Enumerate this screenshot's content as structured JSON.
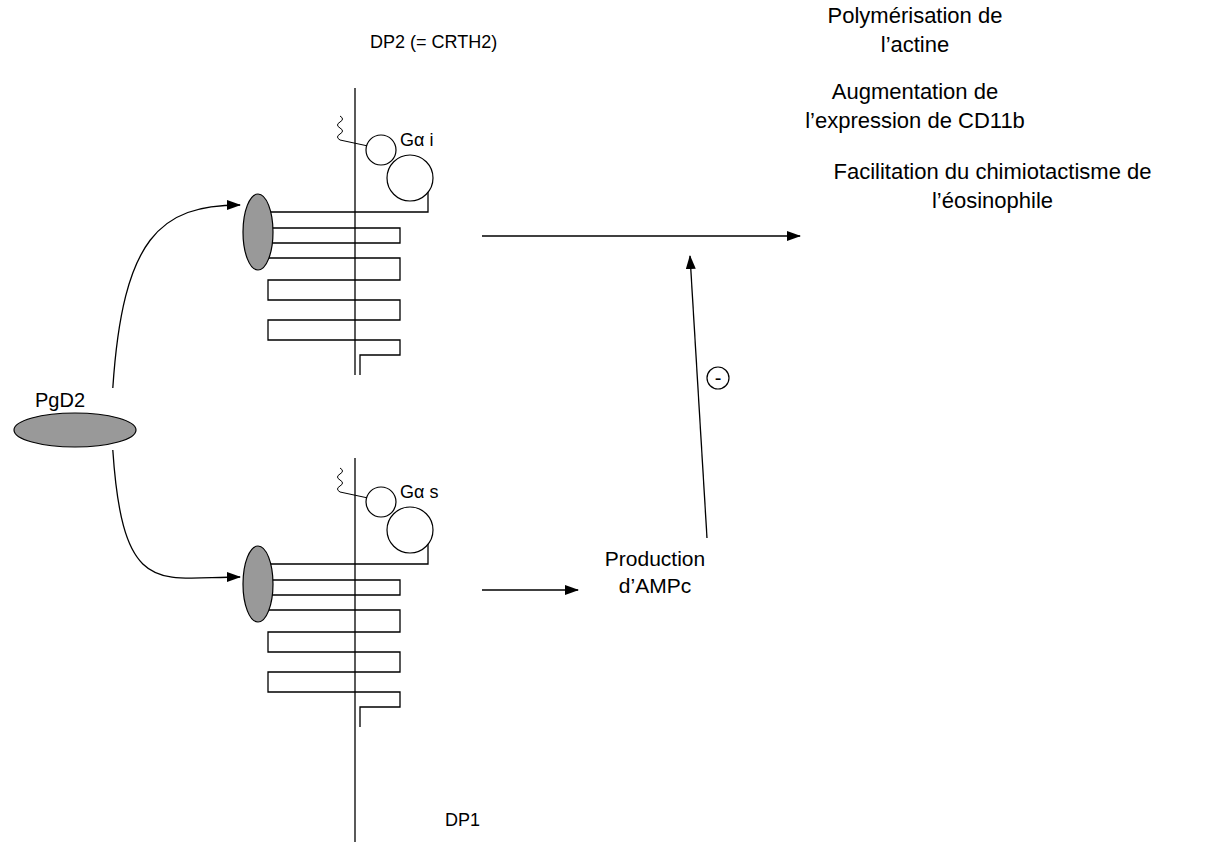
{
  "diagram": {
    "nodes": [
      {
        "text": [
          "PgD2"
        ]
      },
      {
        "text": [
          "DP2 (= CRTH2)",
          "Gα i"
        ]
      },
      {
        "text": [
          "Gα s",
          "DP1"
        ]
      }
    ],
    "edges": [
      {
        "from": 0,
        "to": 1,
        "arrow": "to"
      },
      {
        "from": 0,
        "to": 2,
        "arrow": "to"
      }
    ],
    "labels": [
      "Polymérisation de l’actine",
      "Augmentation de l’expression de CD11b",
      "Facilitation du chimiotactisme de l’éosinophile",
      "Production d’AMPc",
      "-"
    ]
  }
}
